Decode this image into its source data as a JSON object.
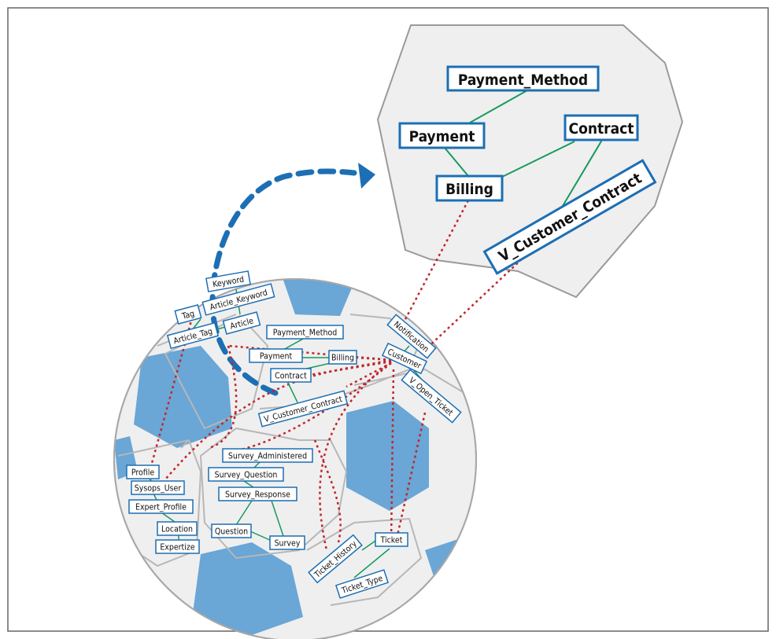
{
  "colors": {
    "frame": "#666666",
    "box_border": "#1c6fb4",
    "box_fill": "#ffffff",
    "link_green": "#169a5c",
    "link_red_dotted": "#c0272d",
    "arrow_blue": "#1c6fb4",
    "panel_fill": "#efefef",
    "panel_stroke": "#9a9a9a",
    "ball_white": "#efefef",
    "ball_blue": "#6aa6d6",
    "ball_seam": "#b7b7b7"
  },
  "zoom_panel": {
    "entities": {
      "payment_method": "Payment_Method",
      "payment": "Payment",
      "contract": "Contract",
      "billing": "Billing",
      "v_customer_contract": "V_Customer_Contract"
    }
  },
  "ball": {
    "center_domain": {
      "payment_method": "Payment_Method",
      "payment": "Payment",
      "billing": "Billing",
      "contract": "Contract",
      "v_customer_contract": "V_Customer_Contract"
    },
    "knowledge_domain": {
      "keyword": "Keyword",
      "article_keyword": "Article_Keyword",
      "tag": "Tag",
      "article_tag": "Article_Tag",
      "article": "Article"
    },
    "customer_domain": {
      "notification": "Notification",
      "customer": "Customer",
      "v_open_ticket": "V_Open_Ticket"
    },
    "survey_domain": {
      "survey_administered": "Survey_Administered",
      "survey_question": "Survey_Question",
      "survey_response": "Survey_Response",
      "question": "Question",
      "survey": "Survey"
    },
    "user_domain": {
      "profile": "Profile",
      "sysops_user": "Sysops_User",
      "expert_profile": "Expert_Profile",
      "location": "Location",
      "expertize": "Expertize"
    },
    "ticket_domain": {
      "ticket_history": "Ticket_History",
      "ticket": "Ticket",
      "ticket_type": "Ticket_Type"
    }
  }
}
